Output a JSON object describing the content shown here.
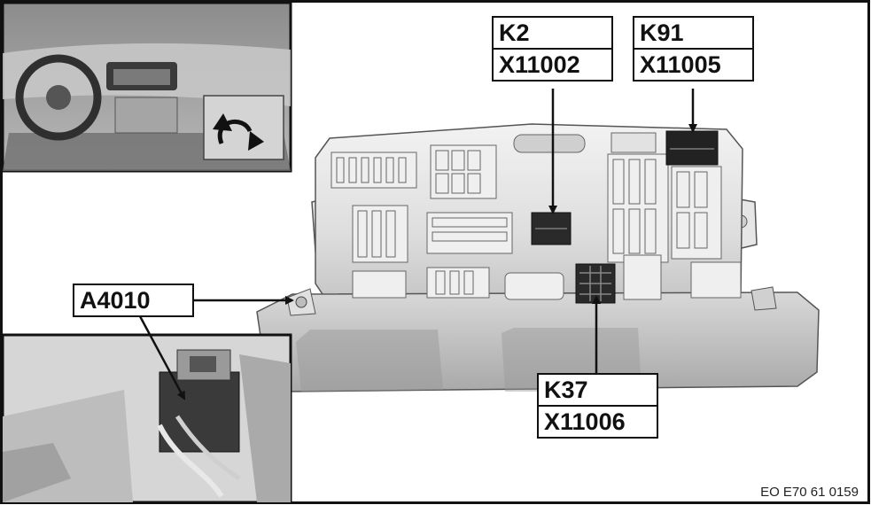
{
  "labels": {
    "k2": {
      "relay": "K2",
      "connector": "X11002"
    },
    "k91": {
      "relay": "K91",
      "connector": "X11005"
    },
    "k37": {
      "relay": "K37",
      "connector": "X11006"
    },
    "a4010": {
      "module": "A4010"
    }
  },
  "caption": "EO E70 61 0159",
  "icons": {
    "inset_top": "dashboard-interior-view-icon",
    "inset_bottom": "module-location-closeup-icon",
    "arrow": "rotation-arrow-icon"
  }
}
